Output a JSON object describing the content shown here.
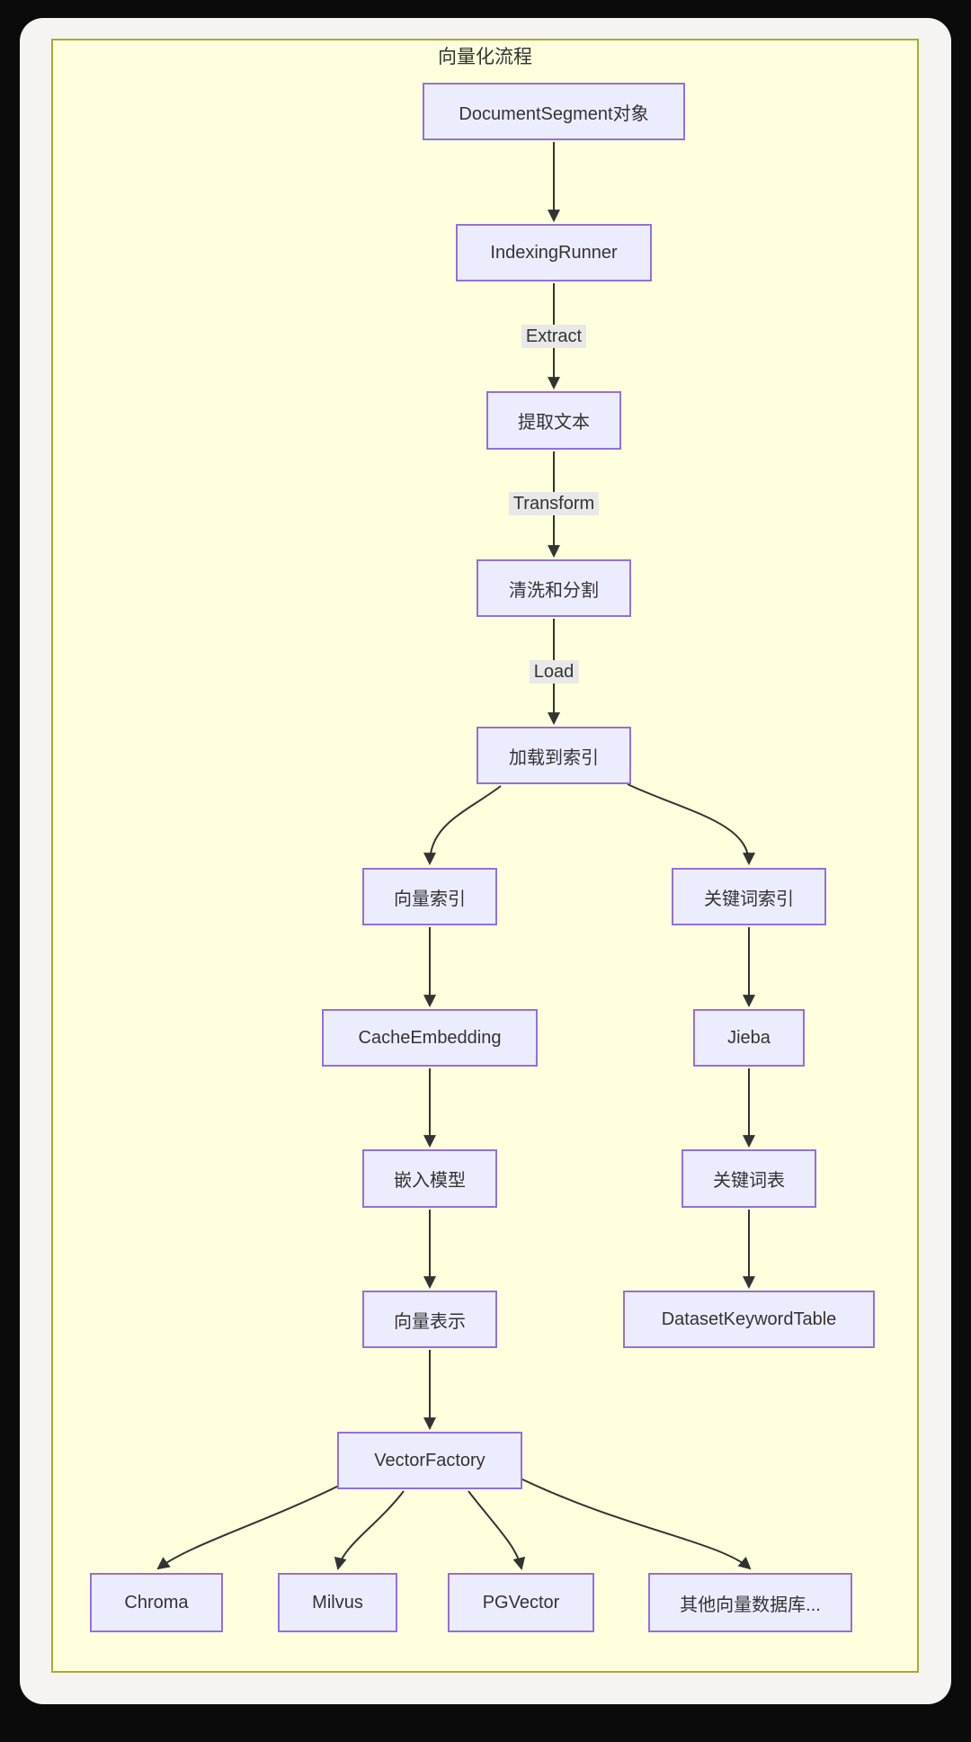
{
  "title": "向量化流程",
  "diagram_type": "flowchart-top-down",
  "colors": {
    "page_bg": "#000000",
    "card_bg": "#f5f4f1",
    "cluster_fill": "#ffffde",
    "cluster_border": "#aaaa33",
    "node_fill": "#ececff",
    "node_border": "#9370db",
    "edge_stroke": "#333333",
    "text": "#333333",
    "edge_label_bg": "#e8e8e8"
  },
  "nodes": [
    {
      "id": "doc_segment",
      "label": "DocumentSegment对象"
    },
    {
      "id": "indexing_runner",
      "label": "IndexingRunner"
    },
    {
      "id": "extract_text",
      "label": "提取文本"
    },
    {
      "id": "clean_split",
      "label": "清洗和分割"
    },
    {
      "id": "load_to_index",
      "label": "加载到索引"
    },
    {
      "id": "vector_index",
      "label": "向量索引"
    },
    {
      "id": "keyword_index",
      "label": "关键词索引"
    },
    {
      "id": "cache_embedding",
      "label": "CacheEmbedding"
    },
    {
      "id": "jieba",
      "label": "Jieba"
    },
    {
      "id": "embedding_model",
      "label": "嵌入模型"
    },
    {
      "id": "keyword_table",
      "label": "关键词表"
    },
    {
      "id": "vector_repr",
      "label": "向量表示"
    },
    {
      "id": "dataset_keyword_table",
      "label": "DatasetKeywordTable"
    },
    {
      "id": "vector_factory",
      "label": "VectorFactory"
    },
    {
      "id": "chroma",
      "label": "Chroma"
    },
    {
      "id": "milvus",
      "label": "Milvus"
    },
    {
      "id": "pgvector",
      "label": "PGVector"
    },
    {
      "id": "other_vector_db",
      "label": "其他向量数据库..."
    }
  ],
  "edges": [
    {
      "from": "doc_segment",
      "to": "indexing_runner",
      "label": ""
    },
    {
      "from": "indexing_runner",
      "to": "extract_text",
      "label": "Extract"
    },
    {
      "from": "extract_text",
      "to": "clean_split",
      "label": "Transform"
    },
    {
      "from": "clean_split",
      "to": "load_to_index",
      "label": "Load"
    },
    {
      "from": "load_to_index",
      "to": "vector_index",
      "label": ""
    },
    {
      "from": "load_to_index",
      "to": "keyword_index",
      "label": ""
    },
    {
      "from": "vector_index",
      "to": "cache_embedding",
      "label": ""
    },
    {
      "from": "cache_embedding",
      "to": "embedding_model",
      "label": ""
    },
    {
      "from": "embedding_model",
      "to": "vector_repr",
      "label": ""
    },
    {
      "from": "vector_repr",
      "to": "vector_factory",
      "label": ""
    },
    {
      "from": "vector_factory",
      "to": "chroma",
      "label": ""
    },
    {
      "from": "vector_factory",
      "to": "milvus",
      "label": ""
    },
    {
      "from": "vector_factory",
      "to": "pgvector",
      "label": ""
    },
    {
      "from": "vector_factory",
      "to": "other_vector_db",
      "label": ""
    },
    {
      "from": "keyword_index",
      "to": "jieba",
      "label": ""
    },
    {
      "from": "jieba",
      "to": "keyword_table",
      "label": ""
    },
    {
      "from": "keyword_table",
      "to": "dataset_keyword_table",
      "label": ""
    }
  ]
}
